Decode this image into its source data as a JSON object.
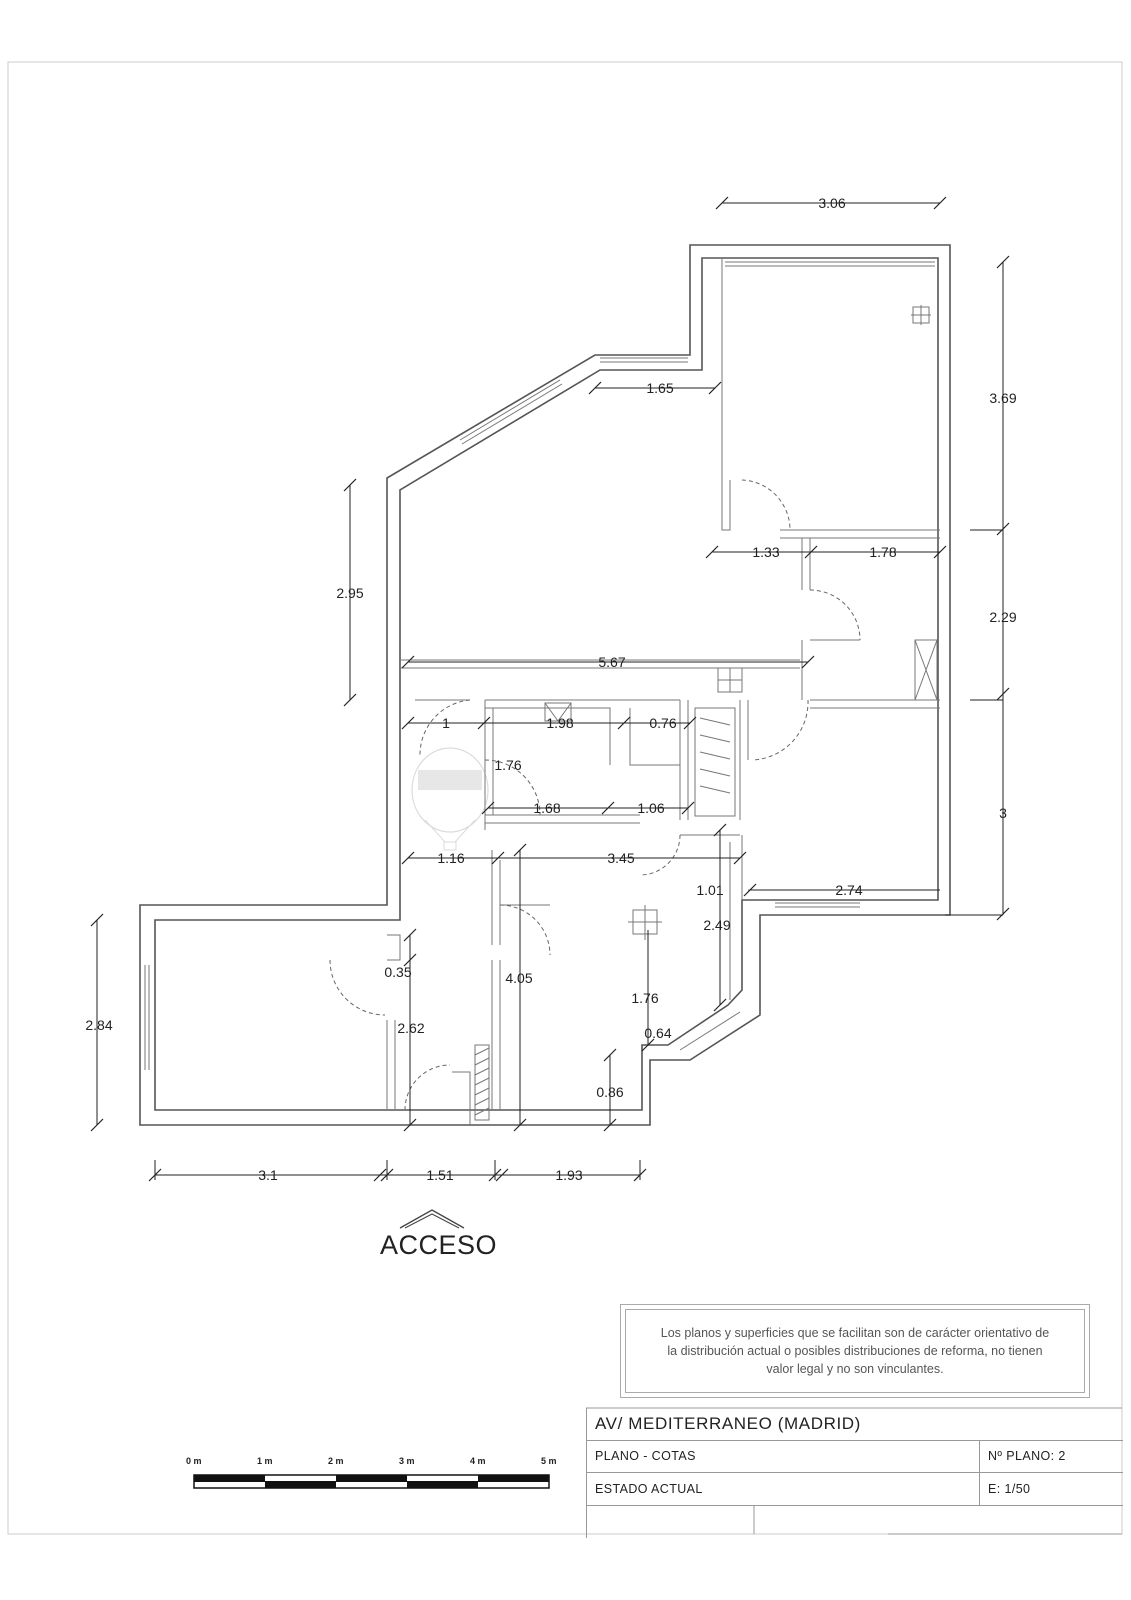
{
  "dimensions": {
    "top_width": "3.06",
    "right_upper": "3.69",
    "right_middle": "2.29",
    "right_lower": "3",
    "left_upper": "2.95",
    "left_lower": "2.84",
    "corridor_upper": "1.65",
    "hall_a": "1.33",
    "hall_b": "1.78",
    "main_width": "5.67",
    "row_a": "1",
    "row_b": "1.98",
    "row_c": "0.76",
    "kitchen_h": "1.76",
    "row_d": "1.68",
    "row_e": "1.06",
    "row_f": "1.16",
    "row_g": "3.45",
    "row_h": "1.01",
    "row_i": "2.74",
    "vert_a": "2.49",
    "vert_b": "4.05",
    "vert_c": "0.35",
    "vert_d": "2.62",
    "vert_e": "1.76",
    "vert_f": "0.64",
    "vert_g": "0.86",
    "bottom_a": "3.1",
    "bottom_b": "1.51",
    "bottom_c": "1.93"
  },
  "access_label": "ACCESO",
  "disclaimer": {
    "line1": "Los planos y superficies que se facilitan son de carácter orientativo de",
    "line2": "la distribución actual o posibles distribuciones de reforma, no tienen",
    "line3": "valor legal y no son vinculantes."
  },
  "title_block": {
    "address": "AV/  MEDITERRANEO   (MADRID)",
    "plan_type": "PLANO   -  COTAS",
    "plan_number": "Nº PLANO:  2",
    "state": "ESTADO  ACTUAL",
    "scale": "E: 1/50"
  },
  "scale_bar": {
    "labels": [
      "0 m",
      "1 m",
      "2 m",
      "3 m",
      "4 m",
      "5 m"
    ]
  },
  "colors": {
    "line": "#555555",
    "text": "#222222"
  }
}
